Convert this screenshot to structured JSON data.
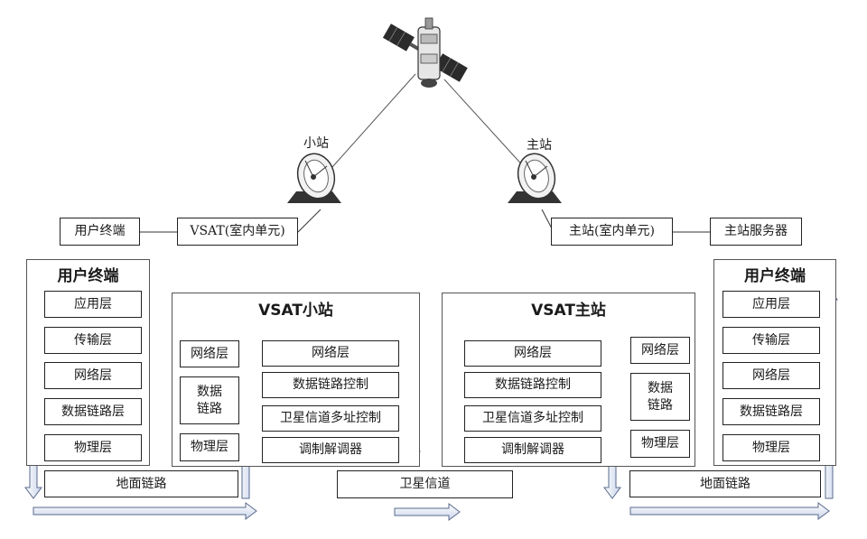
{
  "labels": {
    "small_station": "小站",
    "master_station": "主站"
  },
  "top_row": {
    "user_terminal": "用户终端",
    "vsat_indoor": "VSAT(室内单元)",
    "master_indoor": "主站(室内单元)",
    "master_server": "主站服务器"
  },
  "left_terminal": {
    "title": "用户终端",
    "layers": [
      "应用层",
      "传输层",
      "网络层",
      "数据链路层",
      "物理层"
    ]
  },
  "vsat_small": {
    "title": "VSAT小站",
    "left_layers": [
      "网络层",
      "数据\n链路",
      "物理层"
    ],
    "right_layers": [
      "网络层",
      "数据链路控制",
      "卫星信道多址控制",
      "调制解调器"
    ]
  },
  "vsat_master": {
    "title": "VSAT主站",
    "left_layers": [
      "网络层",
      "数据链路控制",
      "卫星信道多址控制",
      "调制解调器"
    ],
    "right_layers": [
      "网络层",
      "数据\n链路",
      "物理层"
    ]
  },
  "right_terminal": {
    "title": "用户终端",
    "layers": [
      "应用层",
      "传输层",
      "网络层",
      "数据链路层",
      "物理层"
    ]
  },
  "links": {
    "ground_left": "地面链路",
    "satellite": "卫星信道",
    "ground_right": "地面链路"
  },
  "colors": {
    "arrow_fill": "#e6ecf7",
    "arrow_stroke": "#5a6b8c",
    "line": "#333333"
  }
}
